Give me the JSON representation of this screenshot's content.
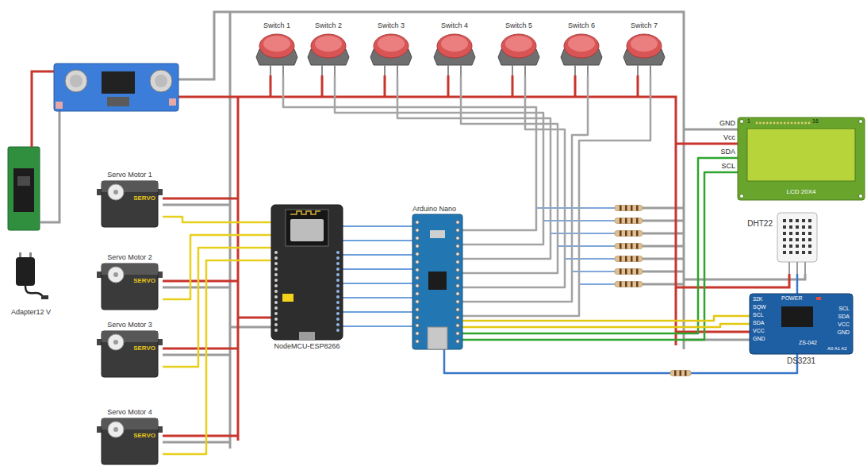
{
  "diagram": {
    "nodes": [
      {
        "text": [
          "Switch 1"
        ]
      },
      {
        "text": [
          "Switch 2"
        ]
      },
      {
        "text": [
          "Switch 3"
        ]
      },
      {
        "text": [
          "Switch 4"
        ]
      },
      {
        "text": [
          "Switch 5"
        ]
      },
      {
        "text": [
          "Switch 6"
        ]
      },
      {
        "text": [
          "Switch 7"
        ]
      },
      {
        "text": [
          "Servo Motor 1",
          "SERVO"
        ]
      },
      {
        "text": [
          "Servo Motor 2",
          "SERVO"
        ]
      },
      {
        "text": [
          "Servo Motor 3",
          "SERVO"
        ]
      },
      {
        "text": [
          "Servo Motor 4",
          "SERVO"
        ]
      },
      {
        "text": [
          "NodeMCU-ESP8266"
        ]
      },
      {
        "text": [
          "Arduino Nano"
        ]
      },
      {
        "text": [
          "LCD 20X4"
        ]
      },
      {
        "text": [
          "DHT22"
        ]
      },
      {
        "text": [
          "DS3231"
        ]
      },
      {
        "text": [
          "Adapter12 V"
        ]
      }
    ],
    "edges": [
      {
        "from": 0,
        "to": 12,
        "arrow": "none"
      },
      {
        "from": 1,
        "to": 12,
        "arrow": "none"
      },
      {
        "from": 2,
        "to": 12,
        "arrow": "none"
      },
      {
        "from": 3,
        "to": 12,
        "arrow": "none"
      },
      {
        "from": 4,
        "to": 12,
        "arrow": "none"
      },
      {
        "from": 5,
        "to": 12,
        "arrow": "none"
      },
      {
        "from": 6,
        "to": 12,
        "arrow": "none"
      },
      {
        "from": 7,
        "to": 11,
        "arrow": "none"
      },
      {
        "from": 8,
        "to": 11,
        "arrow": "none"
      },
      {
        "from": 9,
        "to": 11,
        "arrow": "none"
      },
      {
        "from": 10,
        "to": 11,
        "arrow": "none"
      },
      {
        "from": 11,
        "to": 12,
        "arrow": "none"
      },
      {
        "from": 12,
        "to": 13,
        "arrow": "none"
      },
      {
        "from": 12,
        "to": 15,
        "arrow": "none"
      },
      {
        "from": 14,
        "to": 12,
        "arrow": "none"
      }
    ],
    "labels": [
      "GND",
      "Vcc",
      "SDA",
      "SCL",
      "1",
      "16",
      "32K",
      "SQW",
      "SCL",
      "SDA",
      "VCC",
      "GND",
      "POWER",
      "SCL",
      "SDA",
      "VCC",
      "GND",
      "ZS-042",
      "A0 A1 A2"
    ]
  }
}
